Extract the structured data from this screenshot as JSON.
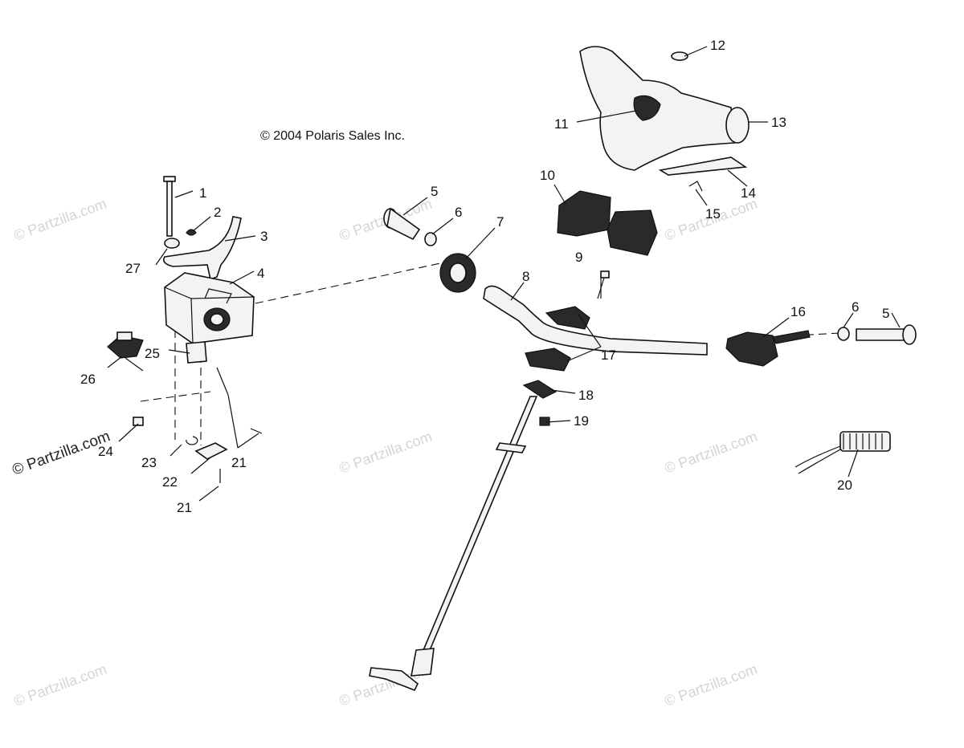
{
  "diagram": {
    "copyright": "© 2004 Polaris Sales Inc.",
    "watermark": "© Partzilla.com",
    "watermark_prominent": "© Partzilla.com",
    "callouts": [
      "1",
      "2",
      "3",
      "4",
      "5",
      "6",
      "7",
      "8",
      "9",
      "10",
      "11",
      "12",
      "13",
      "14",
      "15",
      "16",
      "17",
      "18",
      "19",
      "20",
      "21",
      "22",
      "23",
      "24",
      "25",
      "26",
      "27"
    ],
    "labels": {
      "c1": "1",
      "c2": "2",
      "c3": "3",
      "c4": "4",
      "c5a": "5",
      "c6a": "6",
      "c7": "7",
      "c8": "8",
      "c9": "9",
      "c10": "10",
      "c11": "11",
      "c12": "12",
      "c13": "13",
      "c14": "14",
      "c15": "15",
      "c16": "16",
      "c6b": "6",
      "c5b": "5",
      "c17": "17",
      "c18": "18",
      "c19": "19",
      "c20": "20",
      "c21a": "21",
      "c21b": "21",
      "c22": "22",
      "c23": "23",
      "c24": "24",
      "c25": "25",
      "c26": "26",
      "c27": "27"
    }
  }
}
